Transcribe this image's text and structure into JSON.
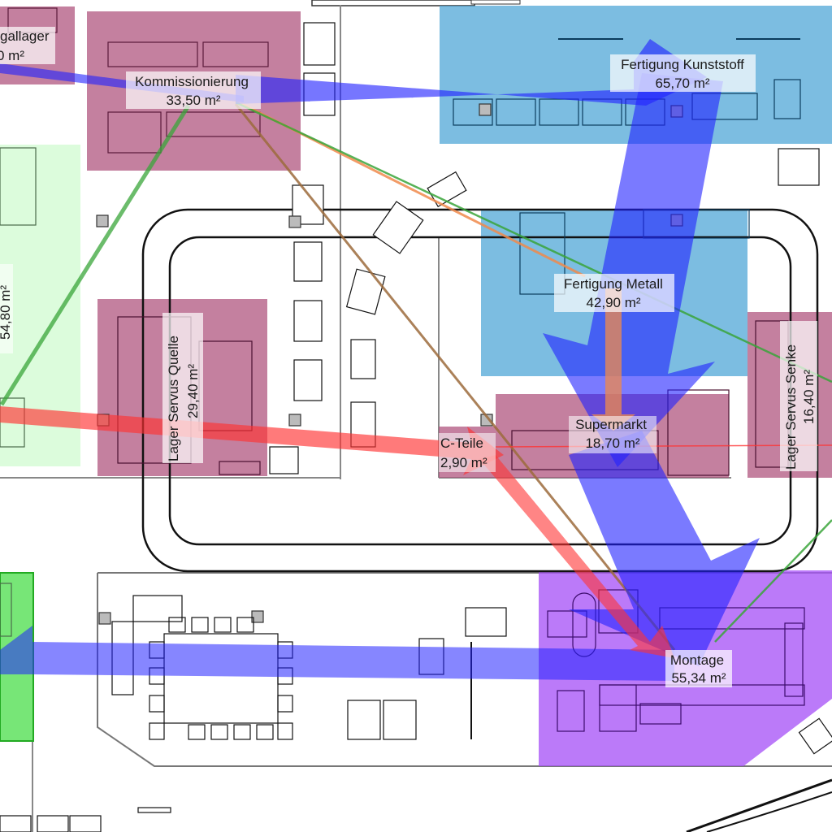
{
  "colors": {
    "storage_zone": "#b0557f",
    "production_zone": "#4aa3d6",
    "assembly_zone": "#a855f7",
    "green_zone_light": "#dcfcdc",
    "green_zone_dark": "#55e055",
    "flow_blue": "#2222ff",
    "flow_red": "#ff3333",
    "flow_green": "#3aa53a",
    "flow_orange": "#f08a4b",
    "flow_brown": "#9c6b3c"
  },
  "zones": [
    {
      "id": "regallager",
      "name": "gallager",
      "area": "0 m²",
      "type": "storage"
    },
    {
      "id": "kommissionierung",
      "name": "Kommissionierung",
      "area": "33,50 m²",
      "type": "storage"
    },
    {
      "id": "fertigung-kunststoff",
      "name": "Fertigung Kunststoff",
      "area": "65,70 m²",
      "type": "production"
    },
    {
      "id": "fertigung-metall",
      "name": "Fertigung Metall",
      "area": "42,90 m²",
      "type": "production"
    },
    {
      "id": "lager-servus-quelle",
      "name": "Lager Servus Quelle",
      "area": "29,40 m²",
      "type": "storage"
    },
    {
      "id": "lager-servus-senke",
      "name": "Lager Servus Senke",
      "area": "16,40 m²",
      "type": "storage"
    },
    {
      "id": "supermarkt",
      "name": "Supermarkt",
      "area": "18,70 m²",
      "type": "storage"
    },
    {
      "id": "c-teile",
      "name": "C-Teile",
      "area": "2,90 m²",
      "type": "storage"
    },
    {
      "id": "montage",
      "name": "Montage",
      "area": "55,34 m²",
      "type": "assembly"
    },
    {
      "id": "left-green-zone",
      "name": "",
      "area": "54,80 m²",
      "type": "green"
    }
  ],
  "flows": [
    {
      "from": "regallager",
      "to": "kommissionierung",
      "color": "flow_blue",
      "weight": "light"
    },
    {
      "from": "kommissionierung",
      "to": "fertigung-kunststoff",
      "color": "flow_blue",
      "weight": "heavy"
    },
    {
      "from": "fertigung-kunststoff",
      "to": "supermarkt",
      "color": "flow_blue",
      "weight": "heavy"
    },
    {
      "from": "supermarkt",
      "to": "montage",
      "color": "flow_blue",
      "weight": "heavy"
    },
    {
      "from": "fertigung-metall",
      "to": "supermarkt",
      "color": "flow_orange",
      "weight": "medium"
    },
    {
      "from": "lager-servus-quelle",
      "to": "c-teile",
      "color": "flow_red",
      "weight": "medium"
    },
    {
      "from": "c-teile",
      "to": "montage",
      "color": "flow_red",
      "weight": "medium"
    },
    {
      "from": "left-green-zone",
      "to": "kommissionierung",
      "color": "flow_green",
      "weight": "light"
    },
    {
      "from": "kommissionierung",
      "to": "lager-servus-senke",
      "color": "flow_green",
      "weight": "thin"
    },
    {
      "from": "kommissionierung",
      "to": "fertigung-metall",
      "color": "flow_orange",
      "weight": "thin"
    },
    {
      "from": "kommissionierung",
      "to": "montage",
      "color": "flow_brown",
      "weight": "thin"
    },
    {
      "from": "montage",
      "to": "left-green-zone",
      "color": "flow_blue",
      "weight": "heavy"
    }
  ]
}
